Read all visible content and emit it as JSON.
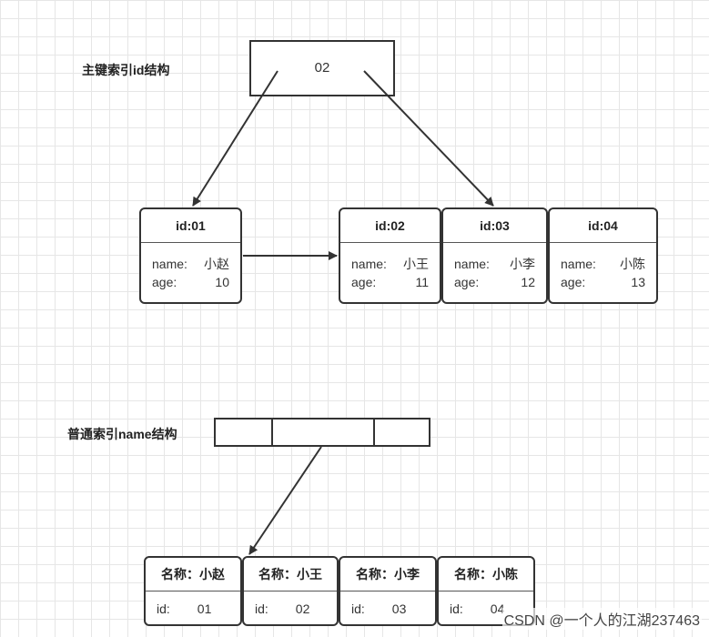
{
  "primary_index": {
    "label": "主键索引id结构",
    "root_key": "02",
    "leaves": [
      {
        "header": "id:01",
        "name_label": "name:",
        "name": "小赵",
        "age_label": "age:",
        "age": "10"
      },
      {
        "header": "id:02",
        "name_label": "name:",
        "name": "小王",
        "age_label": "age:",
        "age": "11"
      },
      {
        "header": "id:03",
        "name_label": "name:",
        "name": "小李",
        "age_label": "age:",
        "age": "12"
      },
      {
        "header": "id:04",
        "name_label": "name:",
        "name": "小陈",
        "age_label": "age:",
        "age": "13"
      }
    ]
  },
  "secondary_index": {
    "label": "普通索引name结构",
    "leaves": [
      {
        "header": "名称：小赵",
        "id_label": "id:",
        "id": "01"
      },
      {
        "header": "名称：小王",
        "id_label": "id:",
        "id": "02"
      },
      {
        "header": "名称：小李",
        "id_label": "id:",
        "id": "03"
      },
      {
        "header": "名称：小陈",
        "id_label": "id:",
        "id": "04"
      }
    ]
  },
  "watermark": "CSDN @一个人的江湖237463",
  "colors": {
    "line": "#333333",
    "grid": "#e6e6e6"
  }
}
